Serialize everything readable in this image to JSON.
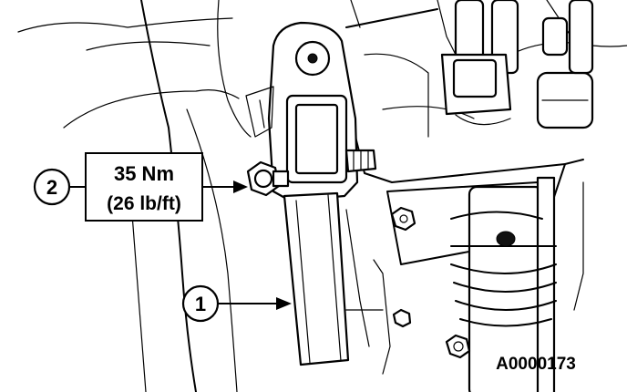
{
  "callouts": [
    {
      "number": "1"
    },
    {
      "number": "2"
    }
  ],
  "torque_box": {
    "line1": "35 Nm",
    "line2": "(26 lb/ft)"
  },
  "figure_id": "A0000173"
}
